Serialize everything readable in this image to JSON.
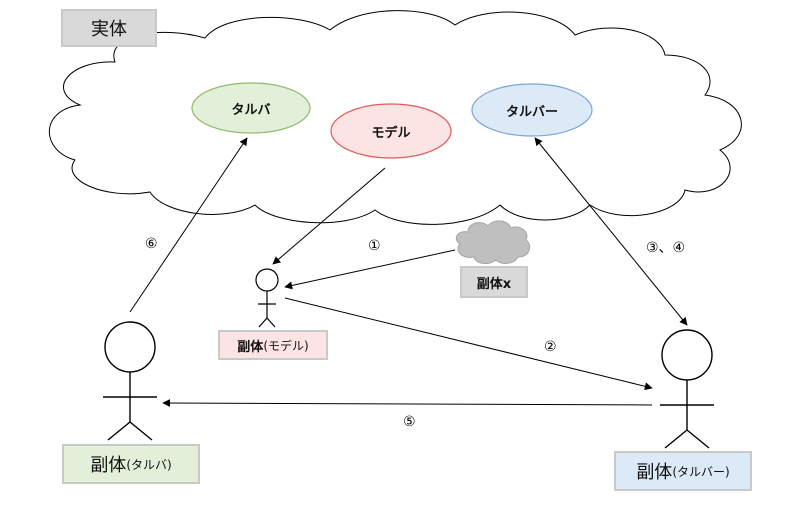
{
  "title": "実体",
  "entities": {
    "taruba": "タルバ",
    "model": "モデル",
    "tarubaa": "タルバー"
  },
  "colors": {
    "taruba_fill": "#e2efd9",
    "taruba_stroke": "#8fbc6a",
    "model_fill": "#fde4e4",
    "model_stroke": "#e05a5a",
    "tarubaa_fill": "#dce9f6",
    "tarubaa_stroke": "#7aa6d6",
    "box_gray": "#d9d9d9",
    "box_pink": "#fde4e4",
    "box_green": "#e2efd9",
    "box_blue": "#dce9f6"
  },
  "boxes": {
    "fukutai_x": "副体x",
    "fukutai_model_main": "副体",
    "fukutai_model_sub": "(モデル)",
    "fukutai_taruba_main": "副体",
    "fukutai_taruba_sub": "(タルバ)",
    "fukutai_tarubaa_main": "副体",
    "fukutai_tarubaa_sub": "(タルバー)"
  },
  "steps": {
    "s1": "①",
    "s2": "②",
    "s34": "③、④",
    "s5": "⑤",
    "s6": "⑥"
  }
}
